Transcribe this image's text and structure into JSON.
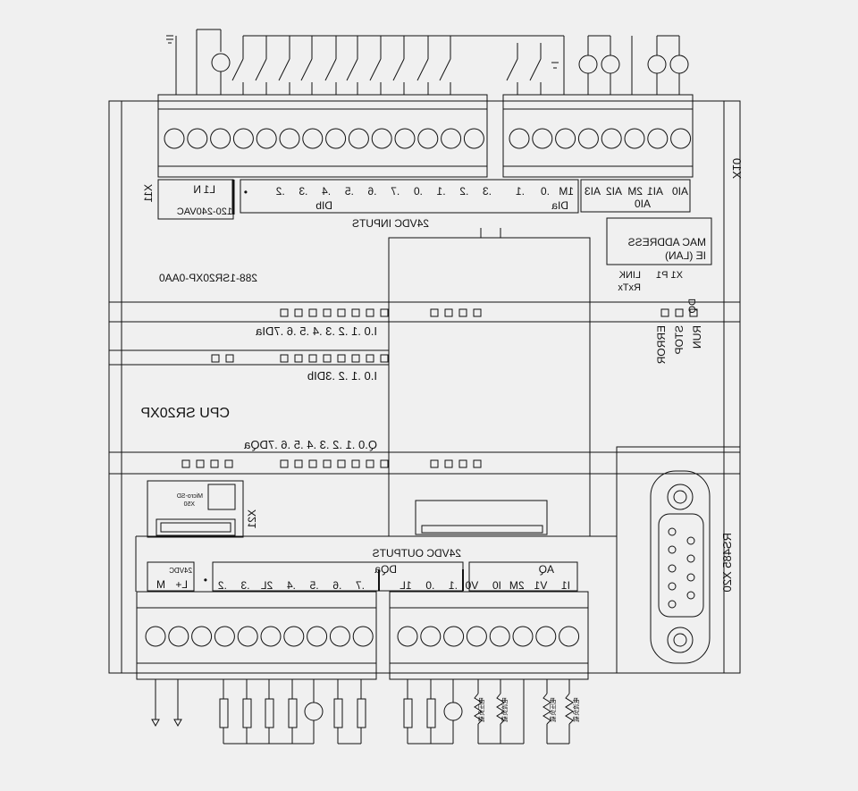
{
  "top_terminals": {
    "x1": "X10",
    "power_labels": [
      "L1",
      "N"
    ],
    "power_type": "120-240VAC",
    "dib_labels": [
      ".3",
      ".2",
      ".1",
      ".0",
      ".7",
      ".6",
      ".5",
      ".4",
      ".3",
      ".2"
    ],
    "dib_group": "DIb",
    "dia_labels": [
      ".1",
      ".0",
      "1M"
    ],
    "dia_group": "DIa",
    "ai_labels": [
      "AI3",
      "AI2",
      "2M",
      "AI1",
      "AI0"
    ],
    "ai_group": "AI0",
    "inputs_title": "24VDC INPUTS",
    "rating_label": "X11",
    "reversed_box_mark": "•"
  },
  "mac": {
    "line1": "MAC ADDRESS",
    "line2": "IE (LAN)"
  },
  "ethernet": {
    "port_label": "X1 P1",
    "link": "LINK",
    "rxtx": "RxTx"
  },
  "part_number": "288-1SR20XP-0AA0",
  "status": {
    "run": "RUN",
    "stop": "STOP",
    "error": "ERROR",
    "led_label": "DQ"
  },
  "io_rows": {
    "dia_row": "I.0 .1 .2 .3 .4 .5 .6 .7DIa",
    "dib_row": "I.0 .1 .2 .3DIb",
    "dqa_row": "Q.0 .1 .2 .3 .4 .5 .6 .7DQa"
  },
  "cpu_label": "CPU SR20XP",
  "microsd": {
    "slot": "X50",
    "name": "Micro-SD",
    "slot_id": "X21"
  },
  "rs485": {
    "label": "RS485 X20"
  },
  "bottom_terminals": {
    "outputs_title": "24VDC OUTPUTS",
    "power_out": "24VDC",
    "power_labels": [
      "M",
      "L+"
    ],
    "dqa_labels": [
      ".7",
      ".6",
      ".5",
      ".4",
      "2L",
      ".3",
      ".2"
    ],
    "dq_group": "DQa",
    "dq_labels2": [
      ".1",
      ".0",
      "1L"
    ],
    "aq_labels": [
      "I1",
      "V1",
      "2M",
      "I0",
      "V0"
    ],
    "aq_group": "AQ",
    "dot_mark": "•"
  },
  "load_labels": [
    "电流负载",
    "电压负载",
    "电流负载",
    "电压负载"
  ]
}
